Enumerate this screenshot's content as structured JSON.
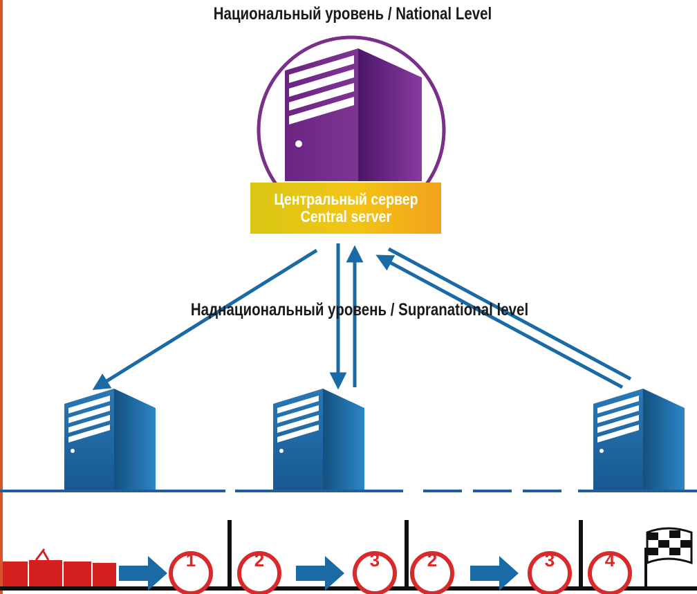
{
  "national_level_label": "Национальный уровень / National Level",
  "supranational_level_label": "Наднациональный уровень / Supranational level",
  "central_server": {
    "label_ru": "Центральный сервер",
    "label_en": "Central server"
  },
  "steps": [
    "1",
    "2",
    "3",
    "2",
    "3",
    "4"
  ],
  "colors": {
    "national_purple": "#7a2f8a",
    "server_blue": "#1f5f9c",
    "arrow_blue": "#1a6aa6",
    "step_red": "#d82a2a",
    "central_gold": "#f3c416",
    "train_red": "#d41f1f"
  },
  "icons": [
    "central-server-icon",
    "server-icon",
    "train-icon",
    "checkered-flag-icon"
  ]
}
